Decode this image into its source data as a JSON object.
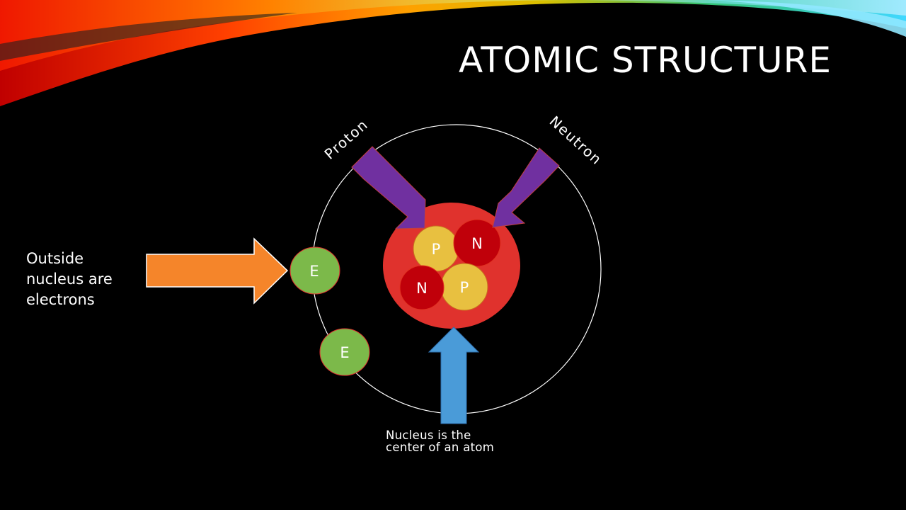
{
  "slide": {
    "title": "ATOMIC STRUCTURE"
  },
  "labels": {
    "proton": "Proton",
    "neutron": "Neutron",
    "electrons_line1": "Outside",
    "electrons_line2": "nucleus are",
    "electrons_line3": "electrons",
    "nucleus_line1": "Nucleus is the",
    "nucleus_line2": "center of an atom"
  },
  "particles": {
    "proton_symbol": "P",
    "neutron_symbol": "N",
    "electron_symbol": "E"
  },
  "colors": {
    "background": "#000000",
    "nucleus": "#e0322d",
    "proton": "#e8c040",
    "neutron": "#c0000a",
    "electron": "#7cb94a",
    "pointer_purple": "#7030a0",
    "pointer_orange": "#f5852a",
    "pointer_blue": "#4a9bd8",
    "orbit": "#ffffff"
  }
}
